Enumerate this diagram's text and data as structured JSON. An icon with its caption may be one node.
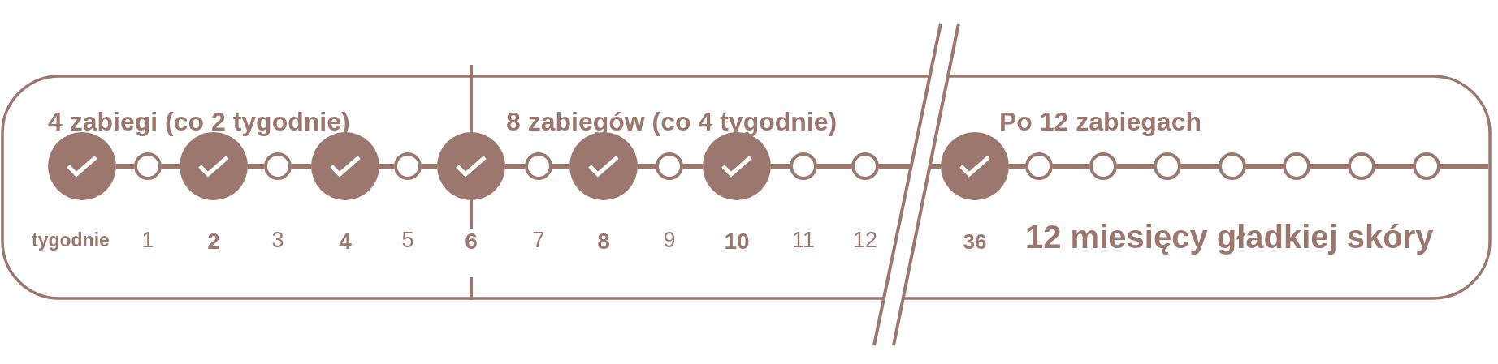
{
  "diagram": {
    "nodes": [
      {
        "text": [],
        "shape": "circle"
      },
      {
        "text": [],
        "shape": "circle"
      },
      {
        "text": [],
        "shape": "circle"
      },
      {
        "text": [],
        "shape": "circle"
      },
      {
        "text": [],
        "shape": "circle"
      },
      {
        "text": [],
        "shape": "circle"
      },
      {
        "text": [],
        "shape": "circle"
      },
      {
        "text": [],
        "shape": "circle"
      },
      {
        "text": [],
        "shape": "circle"
      },
      {
        "text": [],
        "shape": "circle"
      },
      {
        "text": [],
        "shape": "circle"
      },
      {
        "text": [],
        "shape": "circle"
      },
      {
        "text": [],
        "shape": "circle"
      },
      {
        "text": [],
        "shape": "circle"
      },
      {
        "text": [],
        "shape": "circle"
      },
      {
        "text": [],
        "shape": "circle"
      },
      {
        "text": [],
        "shape": "circle"
      },
      {
        "text": [],
        "shape": "circle"
      },
      {
        "text": [],
        "shape": "circle"
      },
      {
        "text": [],
        "shape": "circle"
      },
      {
        "text": [],
        "shape": "circle"
      }
    ],
    "edges": [
      {
        "from": 0,
        "to": 1,
        "arrow": "none"
      },
      {
        "from": 1,
        "to": 2,
        "arrow": "none"
      },
      {
        "from": 2,
        "to": 3,
        "arrow": "none"
      },
      {
        "from": 3,
        "to": 4,
        "arrow": "none"
      },
      {
        "from": 4,
        "to": 5,
        "arrow": "none"
      },
      {
        "from": 5,
        "to": 6,
        "arrow": "none"
      },
      {
        "from": 6,
        "to": 7,
        "arrow": "none"
      },
      {
        "from": 7,
        "to": 8,
        "arrow": "none"
      },
      {
        "from": 8,
        "to": 9,
        "arrow": "none"
      },
      {
        "from": 9,
        "to": 10,
        "arrow": "none"
      },
      {
        "from": 10,
        "to": 11,
        "arrow": "none"
      },
      {
        "from": 11,
        "to": 12,
        "arrow": "none"
      },
      {
        "from": 12,
        "to": null,
        "arrow": "none"
      },
      {
        "from": null,
        "to": 13,
        "arrow": "none"
      },
      {
        "from": 13,
        "to": 14,
        "arrow": "none"
      },
      {
        "from": 14,
        "to": 15,
        "arrow": "none"
      },
      {
        "from": 15,
        "to": 16,
        "arrow": "none"
      },
      {
        "from": 16,
        "to": 17,
        "arrow": "none"
      },
      {
        "from": 17,
        "to": 18,
        "arrow": "none"
      },
      {
        "from": 18,
        "to": 19,
        "arrow": "none"
      },
      {
        "from": 19,
        "to": 20,
        "arrow": "none"
      },
      {
        "from": 20,
        "to": null,
        "arrow": "none"
      }
    ],
    "labels": [
      "4 zabiegi (co 2 tygodnie)",
      "8 zabiegów (co 4 tygodnie)",
      "Po 12 zabiegach",
      "tygodnie",
      "1",
      "2",
      "3",
      "4",
      "5",
      "6",
      "7",
      "8",
      "9",
      "10",
      "11",
      "12",
      "36",
      "12 miesięcy gładkiej skóry"
    ]
  }
}
